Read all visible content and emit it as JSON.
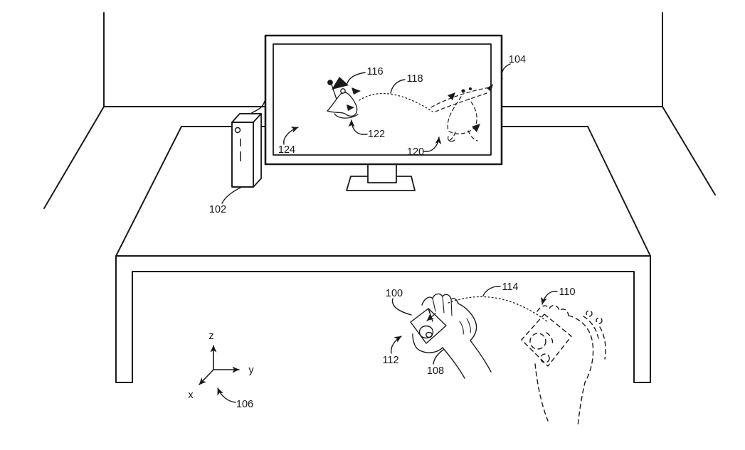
{
  "figure": {
    "background_color": "#ffffff",
    "ink_color": "#1a1a1a",
    "labels": {
      "ref_100": "100",
      "ref_102": "102",
      "ref_104": "104",
      "ref_106": "106",
      "ref_108": "108",
      "ref_110": "110",
      "ref_112": "112",
      "ref_114": "114",
      "ref_116": "116",
      "ref_118": "118",
      "ref_120": "120",
      "ref_122": "122",
      "ref_124": "124"
    },
    "axis_labels": {
      "x": "x",
      "y": "y",
      "z": "z"
    }
  }
}
